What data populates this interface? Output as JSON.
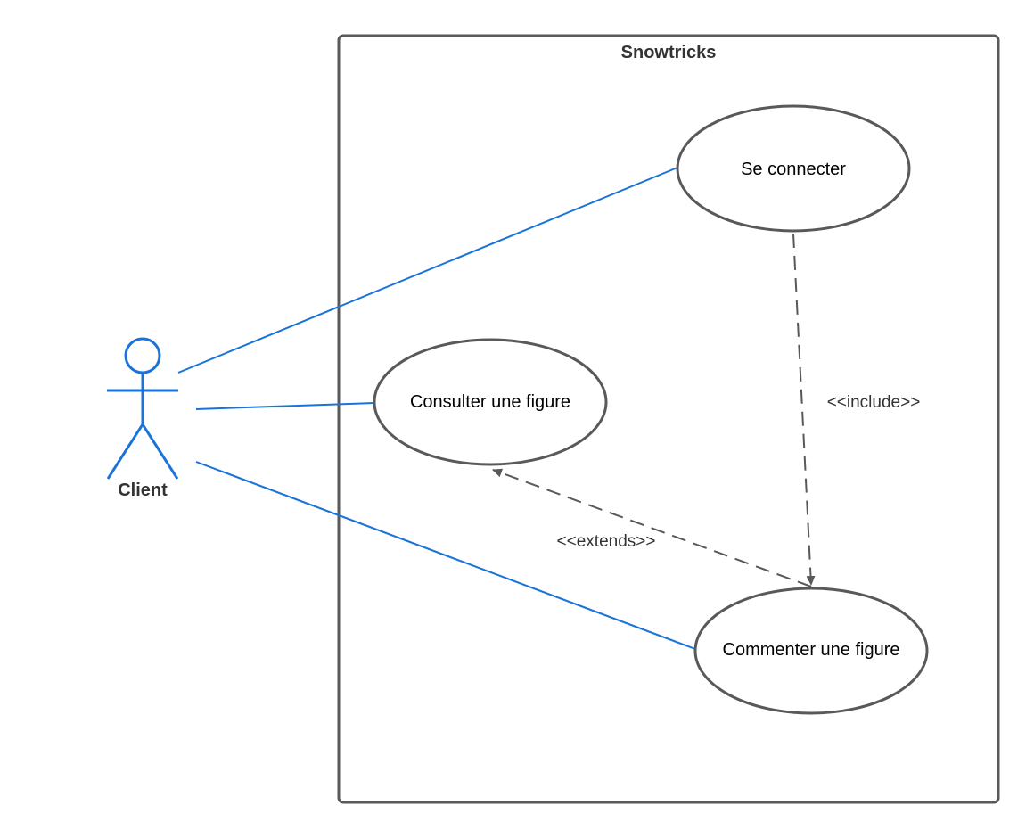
{
  "system": {
    "title": "Snowtricks"
  },
  "actor": {
    "name": "Client",
    "icon": "stick-figure-icon"
  },
  "use_cases": [
    {
      "id": "se-connecter",
      "label": "Se connecter"
    },
    {
      "id": "consulter-figure",
      "label": "Consulter une figure"
    },
    {
      "id": "commenter-figure",
      "label": "Commenter une figure"
    }
  ],
  "relations": {
    "include_label": "<<include>>",
    "extends_label": "<<extends>>"
  },
  "colors": {
    "actor": "#1a73d9",
    "association": "#1a73d9",
    "border": "#595959",
    "dependency": "#595959",
    "text": "#333333"
  }
}
